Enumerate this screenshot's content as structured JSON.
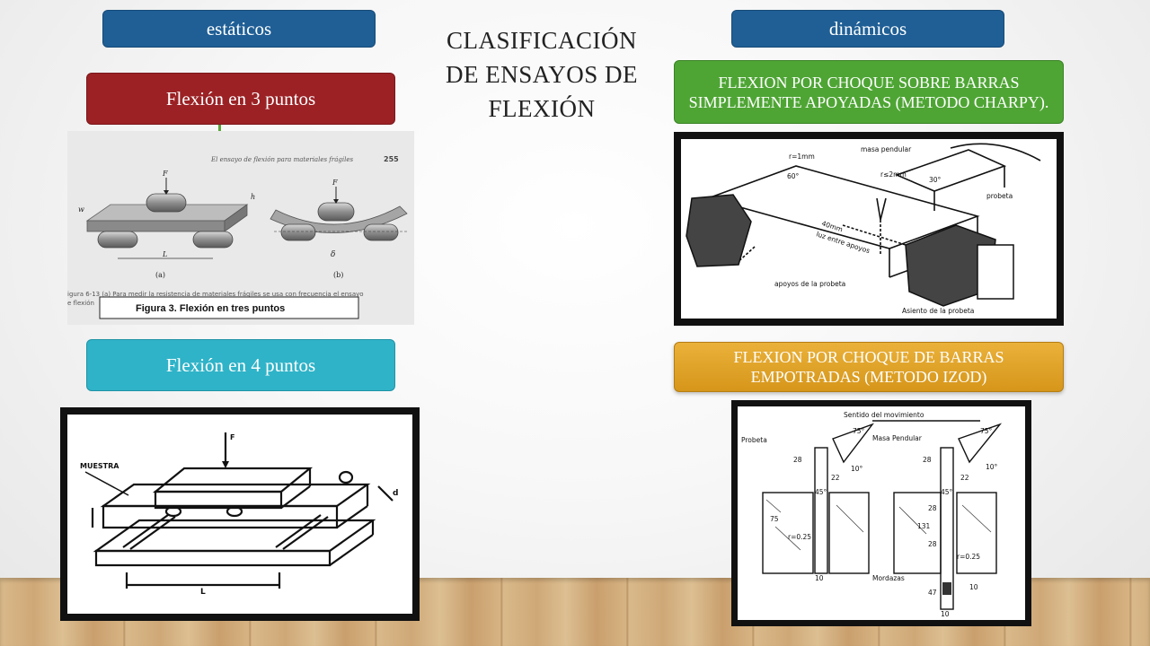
{
  "slide": {
    "title": "CLASIFICACIÓN DE ENSAYOS DE FLEXIÓN",
    "headers": {
      "left": "estáticos",
      "right": "dinámicos"
    },
    "static_items": [
      {
        "label": "Flexión en 3 puntos",
        "color": "#9b2125"
      },
      {
        "label": "Flexión en 4 puntos",
        "color": "#2fb3c8"
      }
    ],
    "dynamic_items": [
      {
        "label": "FLEXION POR CHOQUE SOBRE BARRAS SIMPLEMENTE APOYADAS (METODO CHARPY).",
        "color": "#4ea534"
      },
      {
        "label": "FLEXION POR CHOQUE DE BARRAS EMPOTRADAS (METODO IZOD)",
        "color": "#e0a422"
      }
    ],
    "header_color": "#1f5f96"
  },
  "figures": {
    "three_point": {
      "page_header": "El ensayo de flexión para materiales frágiles",
      "page_number": "255",
      "force": "F",
      "length": "L",
      "deflection": "δ",
      "width": "w",
      "height": "h",
      "sub_a": "(a)",
      "sub_b": "(b)",
      "caption": "Figura 3. Flexión en tres puntos",
      "book_text": "igura 6-13  (a) Para medir la resistencia de materiales frágiles se usa con frecuencia el ensayo",
      "book_text2": "e flexión"
    },
    "four_point": {
      "sample": "MUESTRA",
      "force": "F",
      "length": "L",
      "depth": "d"
    },
    "charpy": {
      "radius_top": "r=1mm",
      "angle_left": "60°",
      "radius_notch": "r≤2mm",
      "angle_right": "30°",
      "pendulum": "masa pendular",
      "specimen": "probeta",
      "span": "40mm",
      "span_label": "luz entre apoyos",
      "supports": "apoyos de la probeta",
      "seat": "Asiento de la probeta"
    },
    "izod": {
      "motion": "Sentido del movimiento",
      "specimen": "Probeta",
      "pendulum": "Masa Pendular",
      "angle_75a": "75°",
      "angle_75b": "75°",
      "angle_10a": "10°",
      "angle_10b": "10°",
      "dim_28a": "28",
      "dim_22a": "22",
      "dim_45a": "45°",
      "dim_r025a": "r=0.25",
      "dim_75": "75",
      "dim_10a": "10",
      "dim_28b": "28",
      "dim_22b": "22",
      "dim_45b": "45°",
      "dim_28c": "28",
      "dim_131": "131",
      "dim_28d": "28",
      "dim_r025b": "r=0.25",
      "dim_47": "47",
      "dim_10b": "10",
      "dim_10c": "10",
      "jaws": "Mordazas"
    }
  }
}
